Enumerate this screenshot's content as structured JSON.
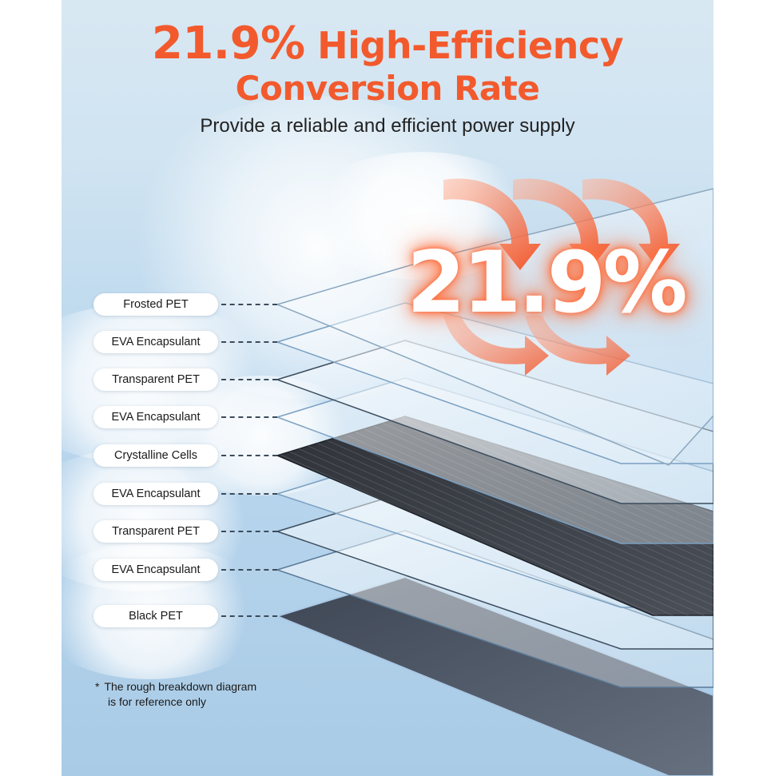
{
  "headline": {
    "line1_number": "21.9%",
    "line1_text": "High-Efficiency",
    "line2": "Conversion Rate"
  },
  "subtitle": "Provide a reliable and efficient power supply",
  "efficiency_badge": "21.9%",
  "layers": [
    "Frosted PET",
    "EVA Encapsulant",
    "Transparent PET",
    "EVA Encapsulant",
    "Crystalline Cells",
    "EVA Encapsulant",
    "Transparent PET",
    "EVA Encapsulant",
    "Black PET"
  ],
  "note": {
    "marker": "*",
    "line1": "The rough breakdown diagram",
    "line2": "is for reference only"
  },
  "colors": {
    "accent": "#f25a2d",
    "sky": "#bcd8ee",
    "cells": "#3a3f48",
    "black_pet": "#4d5665"
  },
  "icons": [
    "curved-arrow-icon"
  ]
}
